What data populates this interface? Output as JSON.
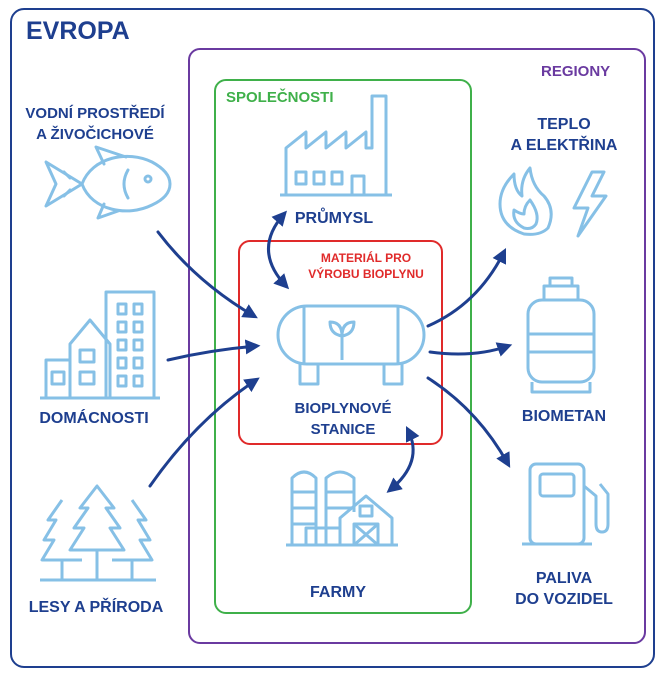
{
  "europe": {
    "label": "EVROPA"
  },
  "regions": {
    "label": "REGIONY"
  },
  "companies": {
    "label": "SPOLEČNOSTI"
  },
  "material": {
    "label": "MATERIÁL PRO\nVÝROBU BIOPLYNU"
  },
  "sources": {
    "water": "VODNÍ PROSTŘEDÍ\nA ŽIVOČICHOVÉ",
    "households": "DOMÁCNOSTI",
    "forests": "LESY A PŘÍRODA"
  },
  "center": {
    "industry": "PRŮMYSL",
    "plant": "BIOPLYNOVÉ\nSTANICE",
    "farms": "FARMY"
  },
  "outputs": {
    "heat": "TEPLO\nA ELEKTŘINA",
    "biomethane": "BIOMETAN",
    "fuels": "PALIVA\nDO VOZIDEL"
  },
  "colors": {
    "europe": "#1e3f8f",
    "regions": "#6a3aa0",
    "companies": "#3fb04a",
    "material": "#e02a2a",
    "icon": "#86c0e6",
    "text": "#1e3f8f",
    "arrow": "#1e3f8f"
  }
}
